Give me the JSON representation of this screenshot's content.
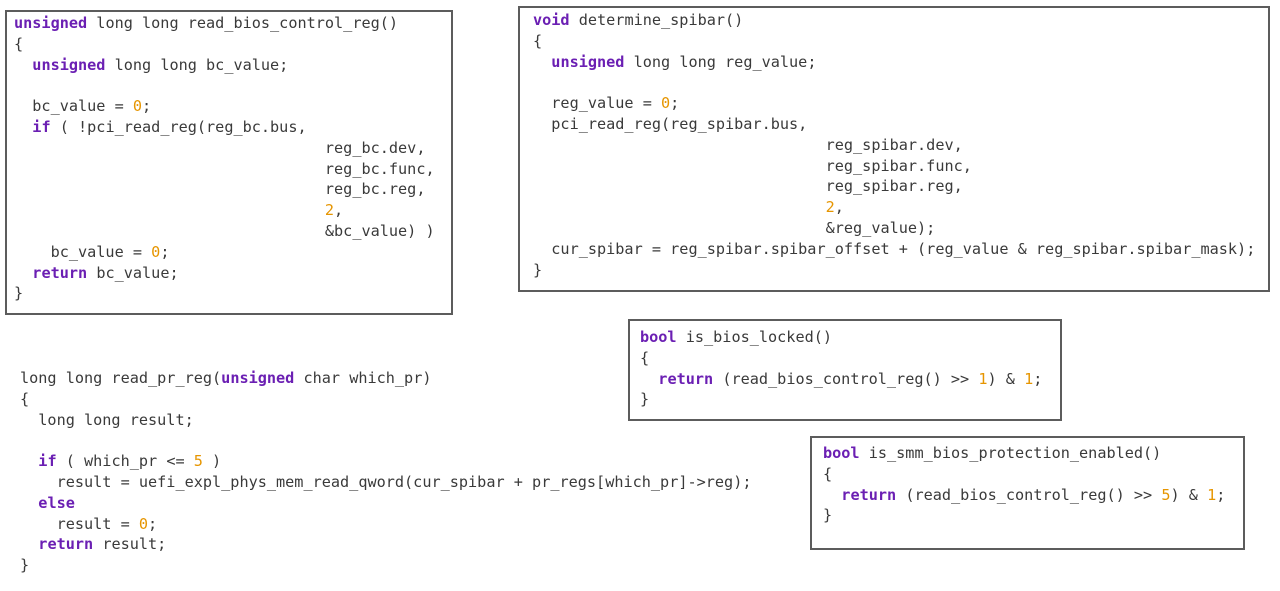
{
  "blocks": [
    {
      "id": "read_bios_control_reg",
      "lines": [
        {
          "tokens": [
            [
              "kw",
              "unsigned"
            ],
            [
              "t",
              " long long read_bios_control_reg()"
            ]
          ]
        },
        {
          "tokens": [
            [
              "t",
              "{"
            ]
          ]
        },
        {
          "tokens": [
            [
              "t",
              "  "
            ],
            [
              "kw",
              "unsigned"
            ],
            [
              "t",
              " long long bc_value;"
            ]
          ]
        },
        {
          "tokens": [
            [
              "t",
              ""
            ]
          ]
        },
        {
          "tokens": [
            [
              "t",
              "  bc_value = "
            ],
            [
              "num",
              "0"
            ],
            [
              "t",
              ";"
            ]
          ]
        },
        {
          "tokens": [
            [
              "t",
              "  "
            ],
            [
              "kw",
              "if"
            ],
            [
              "t",
              " ( !pci_read_reg(reg_bc.bus,"
            ]
          ]
        },
        {
          "tokens": [
            [
              "t",
              "                                  reg_bc.dev,"
            ]
          ]
        },
        {
          "tokens": [
            [
              "t",
              "                                  reg_bc.func,"
            ]
          ]
        },
        {
          "tokens": [
            [
              "t",
              "                                  reg_bc.reg,"
            ]
          ]
        },
        {
          "tokens": [
            [
              "t",
              "                                  "
            ],
            [
              "num",
              "2"
            ],
            [
              "t",
              ","
            ]
          ]
        },
        {
          "tokens": [
            [
              "t",
              "                                  &bc_value) )"
            ]
          ]
        },
        {
          "tokens": [
            [
              "t",
              "    bc_value = "
            ],
            [
              "num",
              "0"
            ],
            [
              "t",
              ";"
            ]
          ]
        },
        {
          "tokens": [
            [
              "t",
              "  "
            ],
            [
              "kw",
              "return"
            ],
            [
              "t",
              " bc_value;"
            ]
          ]
        },
        {
          "tokens": [
            [
              "t",
              "}"
            ]
          ]
        }
      ]
    },
    {
      "id": "determine_spibar",
      "lines": [
        {
          "tokens": [
            [
              "kw",
              "void"
            ],
            [
              "t",
              " determine_spibar()"
            ]
          ]
        },
        {
          "tokens": [
            [
              "t",
              "{"
            ]
          ]
        },
        {
          "tokens": [
            [
              "t",
              "  "
            ],
            [
              "kw",
              "unsigned"
            ],
            [
              "t",
              " long long reg_value;"
            ]
          ]
        },
        {
          "tokens": [
            [
              "t",
              ""
            ]
          ]
        },
        {
          "tokens": [
            [
              "t",
              "  reg_value = "
            ],
            [
              "num",
              "0"
            ],
            [
              "t",
              ";"
            ]
          ]
        },
        {
          "tokens": [
            [
              "t",
              "  pci_read_reg(reg_spibar.bus,"
            ]
          ]
        },
        {
          "tokens": [
            [
              "t",
              "                                reg_spibar.dev,"
            ]
          ]
        },
        {
          "tokens": [
            [
              "t",
              "                                reg_spibar.func,"
            ]
          ]
        },
        {
          "tokens": [
            [
              "t",
              "                                reg_spibar.reg,"
            ]
          ]
        },
        {
          "tokens": [
            [
              "t",
              "                                "
            ],
            [
              "num",
              "2"
            ],
            [
              "t",
              ","
            ]
          ]
        },
        {
          "tokens": [
            [
              "t",
              "                                &reg_value);"
            ]
          ]
        },
        {
          "tokens": [
            [
              "t",
              "  cur_spibar = reg_spibar.spibar_offset + (reg_value & reg_spibar.spibar_mask);"
            ]
          ]
        },
        {
          "tokens": [
            [
              "t",
              "}"
            ]
          ]
        }
      ]
    },
    {
      "id": "is_bios_locked",
      "lines": [
        {
          "tokens": [
            [
              "kw",
              "bool"
            ],
            [
              "t",
              " is_bios_locked()"
            ]
          ]
        },
        {
          "tokens": [
            [
              "t",
              "{"
            ]
          ]
        },
        {
          "tokens": [
            [
              "t",
              "  "
            ],
            [
              "kw",
              "return"
            ],
            [
              "t",
              " (read_bios_control_reg() >> "
            ],
            [
              "num",
              "1"
            ],
            [
              "t",
              ") & "
            ],
            [
              "num",
              "1"
            ],
            [
              "t",
              ";"
            ]
          ]
        },
        {
          "tokens": [
            [
              "t",
              "}"
            ]
          ]
        }
      ]
    },
    {
      "id": "read_pr_reg",
      "lines": [
        {
          "tokens": [
            [
              "t",
              "long long read_pr_reg("
            ],
            [
              "kw",
              "unsigned"
            ],
            [
              "t",
              " char which_pr)"
            ]
          ]
        },
        {
          "tokens": [
            [
              "t",
              "{"
            ]
          ]
        },
        {
          "tokens": [
            [
              "t",
              "  long long result;"
            ]
          ]
        },
        {
          "tokens": [
            [
              "t",
              ""
            ]
          ]
        },
        {
          "tokens": [
            [
              "t",
              "  "
            ],
            [
              "kw",
              "if"
            ],
            [
              "t",
              " ( which_pr <= "
            ],
            [
              "num",
              "5"
            ],
            [
              "t",
              " )"
            ]
          ]
        },
        {
          "tokens": [
            [
              "t",
              "    result = uefi_expl_phys_mem_read_qword(cur_spibar + pr_regs[which_pr]->reg);"
            ]
          ]
        },
        {
          "tokens": [
            [
              "t",
              "  "
            ],
            [
              "kw",
              "else"
            ]
          ]
        },
        {
          "tokens": [
            [
              "t",
              "    result = "
            ],
            [
              "num",
              "0"
            ],
            [
              "t",
              ";"
            ]
          ]
        },
        {
          "tokens": [
            [
              "t",
              "  "
            ],
            [
              "kw",
              "return"
            ],
            [
              "t",
              " result;"
            ]
          ]
        },
        {
          "tokens": [
            [
              "t",
              "}"
            ]
          ]
        }
      ]
    },
    {
      "id": "is_smm_bios_protection_enabled",
      "lines": [
        {
          "tokens": [
            [
              "kw",
              "bool"
            ],
            [
              "t",
              " is_smm_bios_protection_enabled()"
            ]
          ]
        },
        {
          "tokens": [
            [
              "t",
              "{"
            ]
          ]
        },
        {
          "tokens": [
            [
              "t",
              "  "
            ],
            [
              "kw",
              "return"
            ],
            [
              "t",
              " (read_bios_control_reg() >> "
            ],
            [
              "num",
              "5"
            ],
            [
              "t",
              ") & "
            ],
            [
              "num",
              "1"
            ],
            [
              "t",
              ";"
            ]
          ]
        },
        {
          "tokens": [
            [
              "t",
              "}"
            ]
          ]
        }
      ]
    }
  ],
  "colors": {
    "keyword": "#6b1fb3",
    "number": "#e69500",
    "text": "#3a3a3a",
    "border": "#5c5c5c",
    "background": "#ffffff"
  }
}
